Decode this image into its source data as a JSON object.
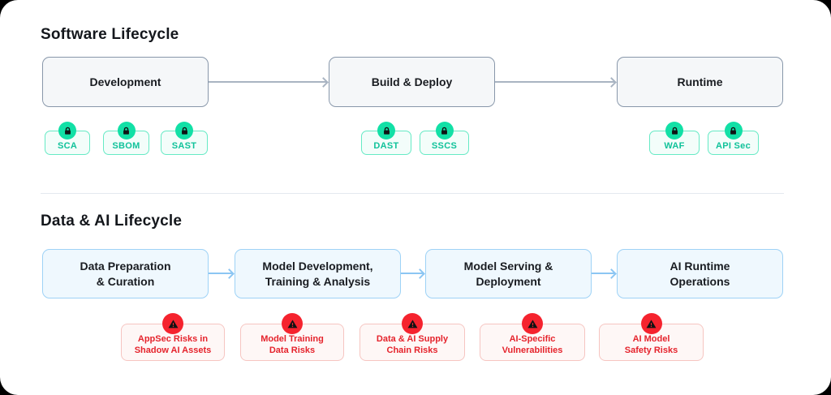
{
  "software": {
    "title": "Software Lifecycle",
    "stages": [
      {
        "label": "Development"
      },
      {
        "label": "Build & Deploy"
      },
      {
        "label": "Runtime"
      }
    ],
    "tools": [
      {
        "label": "SCA"
      },
      {
        "label": "SBOM"
      },
      {
        "label": "SAST"
      },
      {
        "label": "DAST"
      },
      {
        "label": "SSCS"
      },
      {
        "label": "WAF"
      },
      {
        "label": "API Sec"
      }
    ]
  },
  "data_ai": {
    "title": "Data & AI Lifecycle",
    "stages": [
      {
        "line1": "Data Preparation",
        "line2": "& Curation"
      },
      {
        "line1": "Model Development,",
        "line2": "Training & Analysis"
      },
      {
        "line1": "Model Serving &",
        "line2": "Deployment"
      },
      {
        "line1": "AI Runtime",
        "line2": "Operations"
      }
    ],
    "risks": [
      {
        "line1": "AppSec Risks in",
        "line2": "Shadow AI Assets"
      },
      {
        "line1": "Model Training",
        "line2": "Data Risks"
      },
      {
        "line1": "Data & AI Supply",
        "line2": "Chain Risks"
      },
      {
        "line1": "AI-Specific",
        "line2": "Vulnerabilities"
      },
      {
        "line1": "AI Model",
        "line2": "Safety Risks"
      }
    ]
  },
  "colors": {
    "page_background": "#000000",
    "card_background": "#ffffff",
    "security_accent": "#12e0a6",
    "security_text": "#10c29a",
    "risk_accent": "#f5232e",
    "risk_text": "#e5232c",
    "software_arrow": "#a9b4c2",
    "ai_arrow": "#8cc6f3",
    "software_stage_border": "#8897aa",
    "ai_stage_border": "#9ed2f6"
  }
}
